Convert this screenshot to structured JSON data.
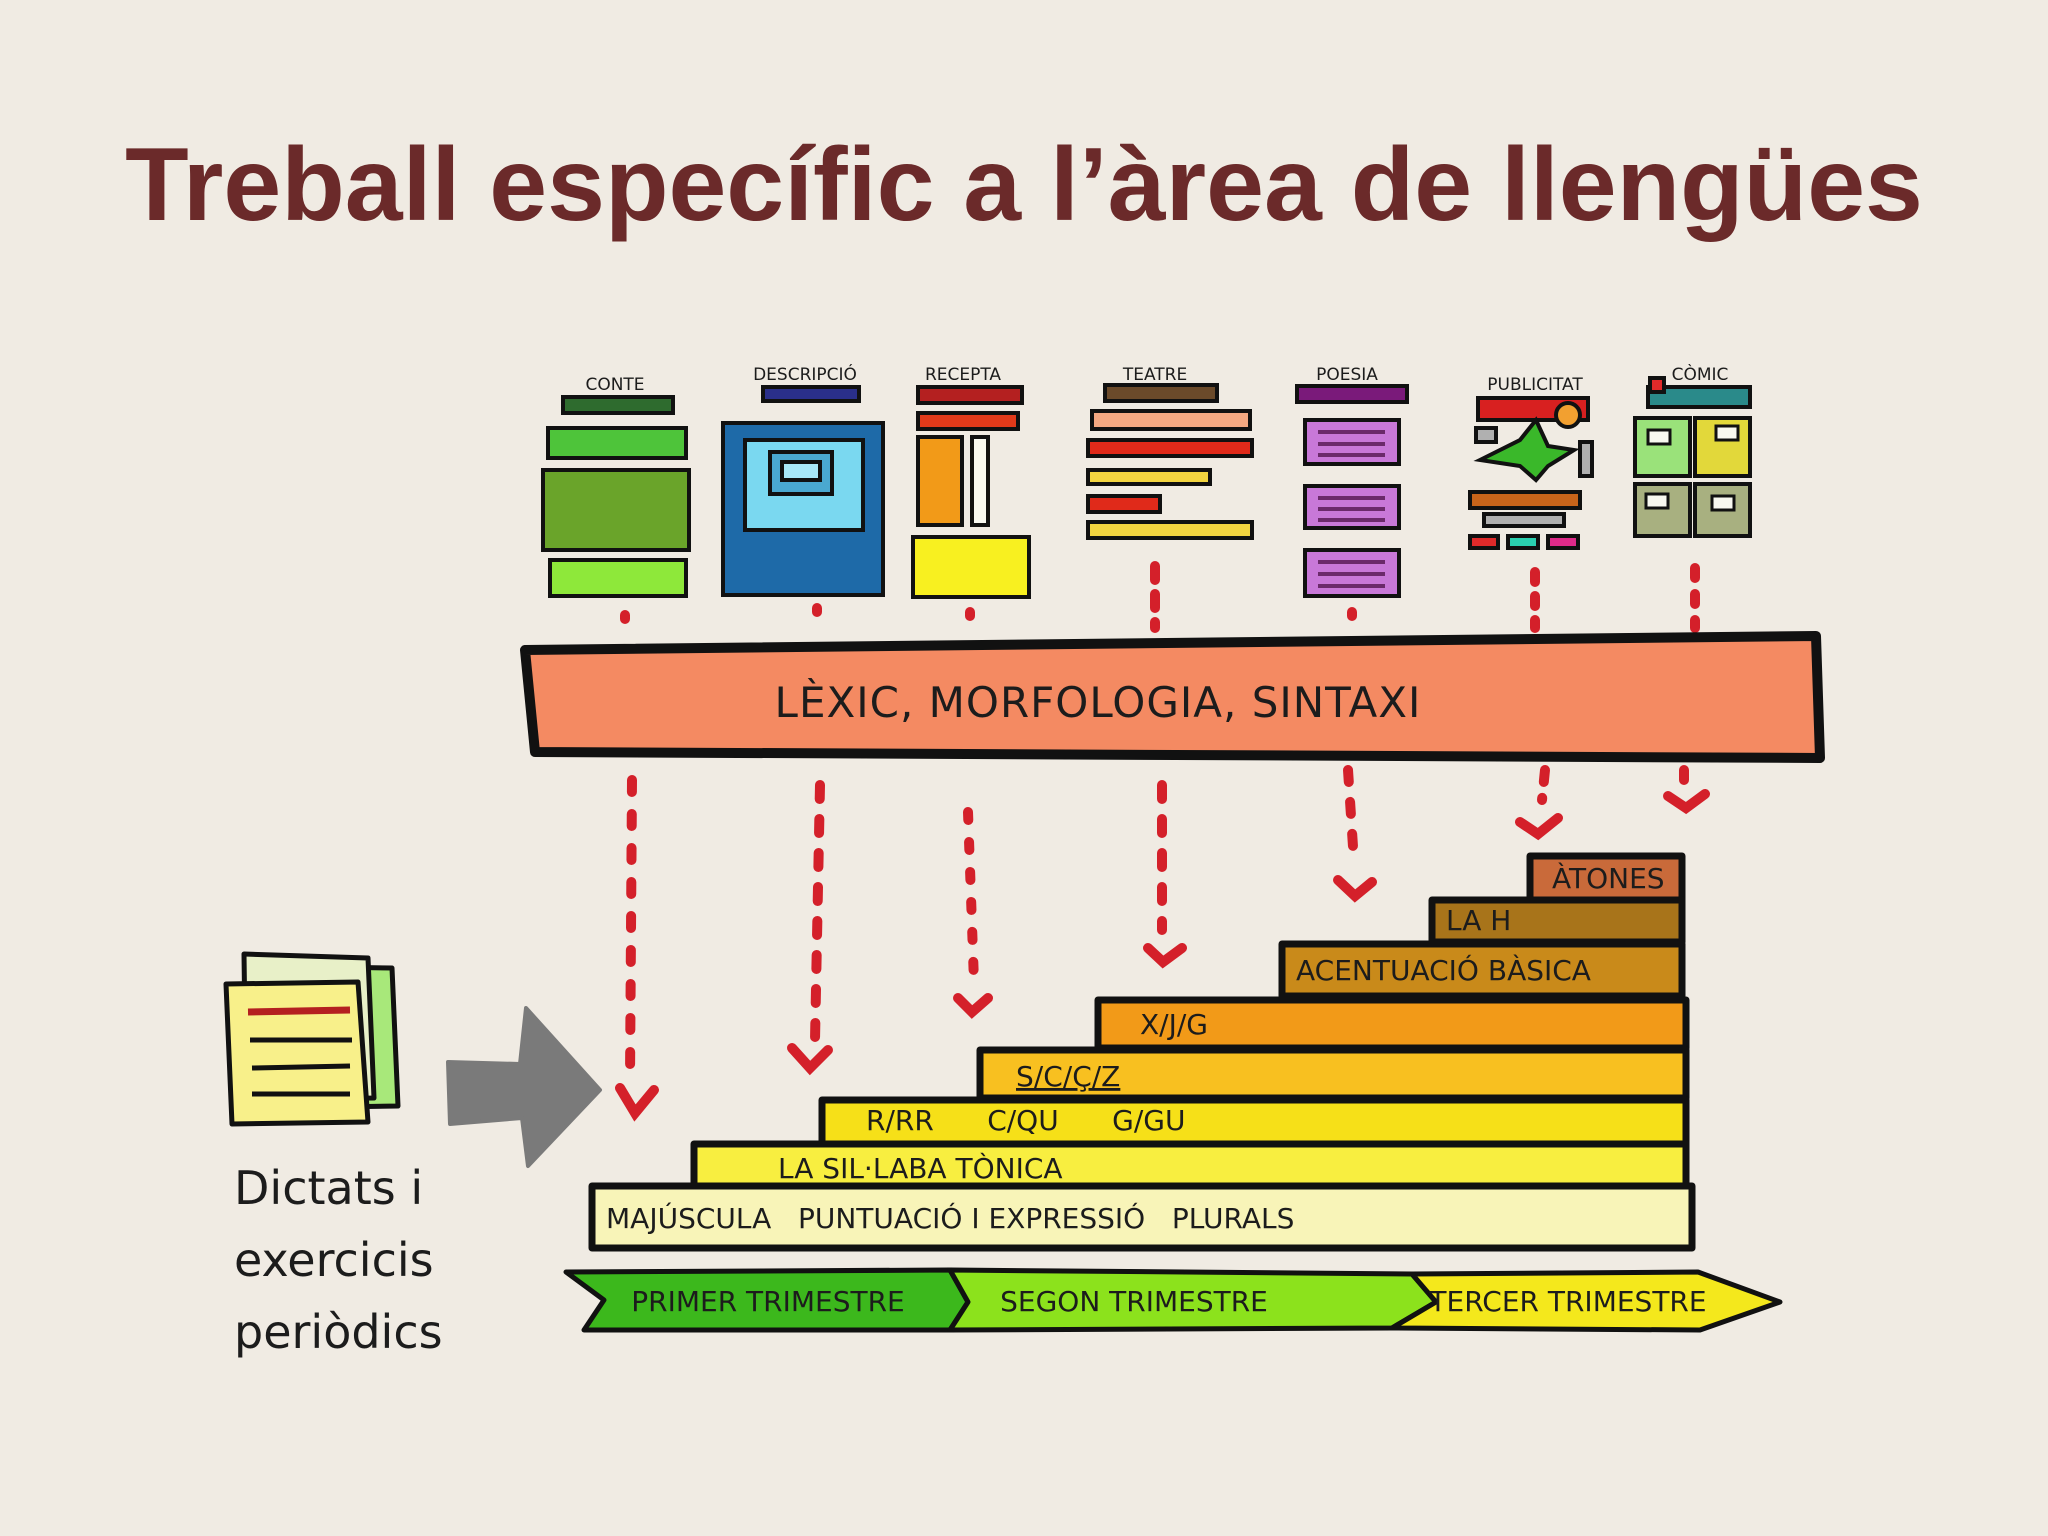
{
  "title": "Treball específic a l’àrea de llengües",
  "genres": [
    {
      "label": "CONTE",
      "color": "#2e6b2e"
    },
    {
      "label": "DESCRIPCIÓ",
      "color": "#2a2f8a"
    },
    {
      "label": "RECEPTA",
      "color": "#8a2a2a"
    },
    {
      "label": "TEATRE",
      "color": "#6b4a2a"
    },
    {
      "label": "POESIA",
      "color": "#6b2a6b"
    },
    {
      "label": "PUBLICITAT",
      "color": "#b02020"
    },
    {
      "label": "CÒMIC",
      "color": "#2a7070"
    }
  ],
  "banner": {
    "label": "LÈXIC, MORFOLOGIA, SINTAXI",
    "color": "#f48a62"
  },
  "steps": [
    {
      "label": "ÀTONES",
      "color": "#c96a3a"
    },
    {
      "label": "LA H",
      "color": "#a8741a"
    },
    {
      "label": "ACENTUACIÓ BÀSICA",
      "color": "#c98a1a"
    },
    {
      "label": "X/J/G",
      "color": "#f29a18"
    },
    {
      "label": "S/C/Ç/Z",
      "color": "#f8c020"
    },
    {
      "label": "R/RR      C/QU      G/GU",
      "color": "#f6e018"
    },
    {
      "label": "LA SIL·LABA TÒNICA",
      "color": "#f8ee40"
    },
    {
      "label": "MAJÚSCULA   PUNTUACIÓ I EXPRESSIÓ   PLURALS",
      "color": "#f8f4b8"
    }
  ],
  "terms": [
    {
      "label": "PRIMER TRIMESTRE",
      "color": "#3cb81c"
    },
    {
      "label": "SEGON TRIMESTRE",
      "color": "#8ce21c"
    },
    {
      "label": "TERCER TRIMESTRE",
      "color": "#f4e81c"
    }
  ],
  "side_note": {
    "line1": "Dictats i",
    "line2": "exercicis",
    "line3": "periòdics"
  },
  "colors": {
    "title": "#6b2a2a",
    "arrow_dots": "#d4202a",
    "outline": "#111111",
    "background": "#f0ebe3"
  }
}
